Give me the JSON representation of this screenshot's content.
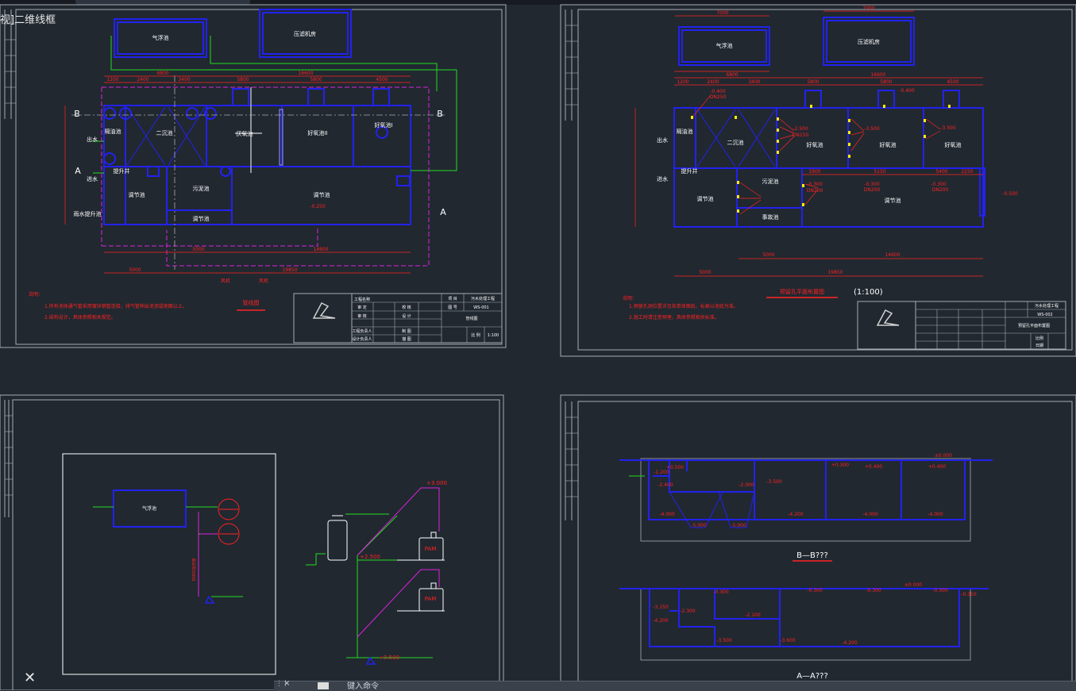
{
  "view_label": "视]二维线框",
  "command_line": {
    "close": "×",
    "grip": "⋮⋮",
    "prompt": "键入命令"
  },
  "colors": {
    "background": "#212830",
    "frame": "#a8adb4",
    "wall": "#2222ee",
    "dim": "#ff2222",
    "pipe_green": "#22dd22",
    "pipe_magenta": "#dd22dd",
    "text_white": "#ffffff",
    "ucs": "#e6e6e6"
  },
  "sheet_tl": {
    "tanks": {
      "air_tank": "气浮池",
      "press_tank": "压滤机房",
      "sed2": "二沉池",
      "anoxic": "厌氧池",
      "aerobic2": "好氧池II",
      "aerobic1": "好氧池I",
      "grease": "隔油池",
      "sludge": "污泥池",
      "regulate": "调节池",
      "rain": "雨水提升池",
      "lift_well": "提升井",
      "outlet": "出水",
      "inlet": "进水"
    },
    "dims_top": [
      "1200",
      "2400",
      "3400",
      "5800",
      "5800",
      "4500"
    ],
    "dims_overall": [
      "6800",
      "16600"
    ],
    "dims_bottom": [
      "5000",
      "14600",
      "5000",
      "19850"
    ],
    "elev": "-0.250",
    "section_marks": [
      "B",
      "B",
      "A",
      "A"
    ],
    "pipe_labels": [
      "风机",
      "风机"
    ],
    "notes_title": "说明：",
    "notes": [
      "1.所有池体通气管采用镀锌钢管连接，排气管伸出池顶或地面以上。",
      "2.结构设计，具体参照相关规范。"
    ],
    "drawing_title": "管线图",
    "titleblock": {
      "row1": [
        "工程名称",
        "",
        "项 目",
        "污水处理工程"
      ],
      "row2": [
        "审 定",
        "",
        "校 核",
        "图 号",
        "WS-001"
      ],
      "row3": [
        "审 核",
        "",
        "设 计",
        "管线图"
      ],
      "row4": [
        "工程负责人",
        "",
        "制 图",
        ""
      ],
      "row5": [
        "设计负责人",
        "",
        "描 图",
        "",
        "比 例",
        "1:100"
      ]
    }
  },
  "sheet_tr": {
    "tanks": {
      "air_tank": "气浮池",
      "press_tank": "压滤机房",
      "grease": "隔油池",
      "sed2": "二沉池",
      "aerobic_a": "好氧池",
      "aerobic_b": "好氧池",
      "aerobic_c": "好氧池",
      "regulate": "调节池",
      "sludge": "污泥池",
      "accident": "事故池",
      "regulate2": "调节池",
      "lift_well": "提升井",
      "outlet": "出水",
      "inlet": "进水"
    },
    "dims_top": [
      "1200",
      "2400",
      "3400",
      "5800",
      "5800",
      "4500"
    ],
    "dims_overall": [
      "6800",
      "16600"
    ],
    "dims_air": [
      "7000",
      "7000"
    ],
    "dims_mid": [
      "1900",
      "5150",
      "5400",
      "2250"
    ],
    "dims_bottom": [
      "5000",
      "14600",
      "5000",
      "19850"
    ],
    "elev_labels": [
      "-0.400",
      "-2.500",
      "-3.500",
      "-3.500",
      "-0.400",
      "-0.300",
      "-0.300",
      "-0.300",
      "-0.500"
    ],
    "pipe_sizes": [
      "DN250",
      "DN200",
      "DN200",
      "DN200",
      "DN150"
    ],
    "drawing_title": "预留孔平面布置图",
    "scale": "(1:100)",
    "notes_title": "说明：",
    "notes": [
      "1.预留孔洞位置详见各单体图纸，标高以池底为准。",
      "2.施工时请注意预埋，具体参照相关标准。"
    ],
    "titleblock": {
      "project": "污水处理工程",
      "number": "WS-002",
      "name": "预留孔平面布置图",
      "scale": "比例",
      "date": "日期"
    }
  },
  "sheet_bl": {
    "air_tank": "气浮池",
    "elev_top": "+3.000",
    "elev_mid": "+2.500",
    "elev_low": "+0.500",
    "pam": [
      "PAM",
      "PAM"
    ],
    "pipe_vertical": "DN50加药管"
  },
  "sheet_br": {
    "section_bb": "B—B???",
    "section_aa": "A—A???",
    "bb_elevs": [
      "±0.000",
      "+0.500",
      "-1.200",
      "-2.400",
      "-4.000",
      "-5.000",
      "-5.000",
      "-2.000",
      "-3.500",
      "-4.200",
      "-4.000",
      "-4.000",
      "+0.300",
      "+0.400",
      "+0.400"
    ],
    "aa_elevs": [
      "±0.000",
      "-0.350",
      "-2.100",
      "-2.300",
      "-3.150",
      "-4.200",
      "-0.300",
      "-0.300",
      "-0.300",
      "-0.300",
      "-3.500",
      "-3.600",
      "-4.200"
    ]
  }
}
